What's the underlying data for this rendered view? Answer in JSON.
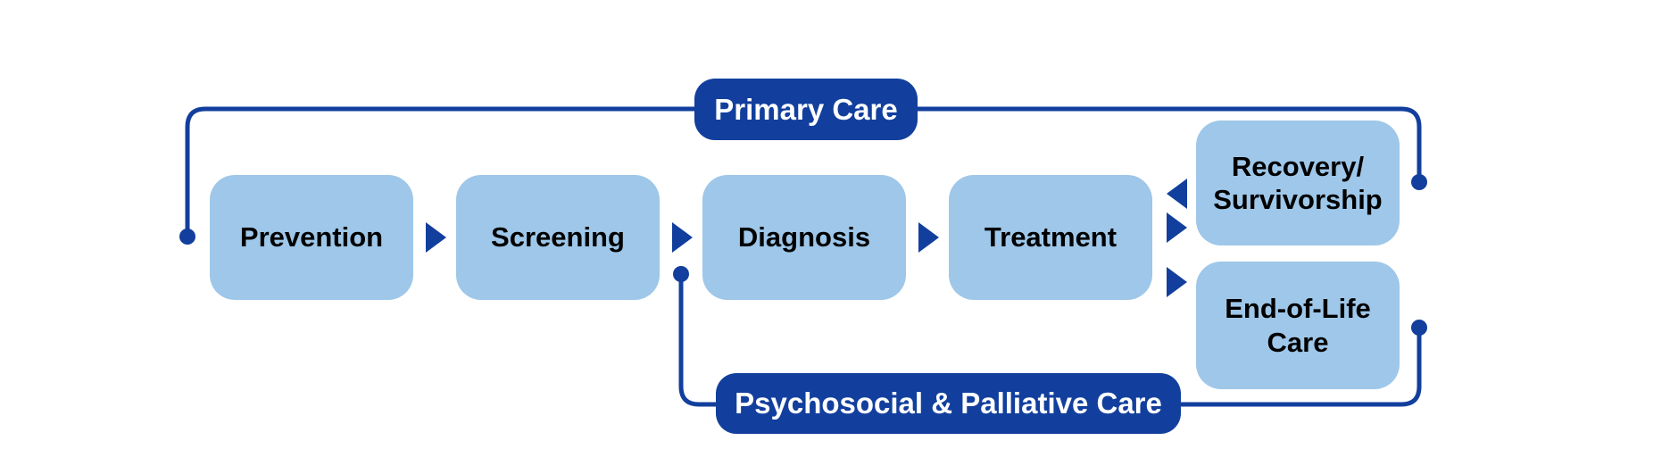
{
  "colors": {
    "dark_blue": "#123F9D",
    "light_blue": "#9EC7E9",
    "box_text": "#000000",
    "pill_text": "#FFFFFF",
    "background": "#FFFFFF"
  },
  "pills": [
    {
      "label": "Primary Care"
    },
    {
      "label": "Psychosocial & Palliative Care"
    }
  ],
  "stages": [
    {
      "label": "Prevention"
    },
    {
      "label": "Screening"
    },
    {
      "label": "Diagnosis"
    },
    {
      "label": "Treatment"
    },
    {
      "label": "Recovery/\nSurvivorship"
    },
    {
      "label": "End-of-Life\nCare"
    }
  ]
}
